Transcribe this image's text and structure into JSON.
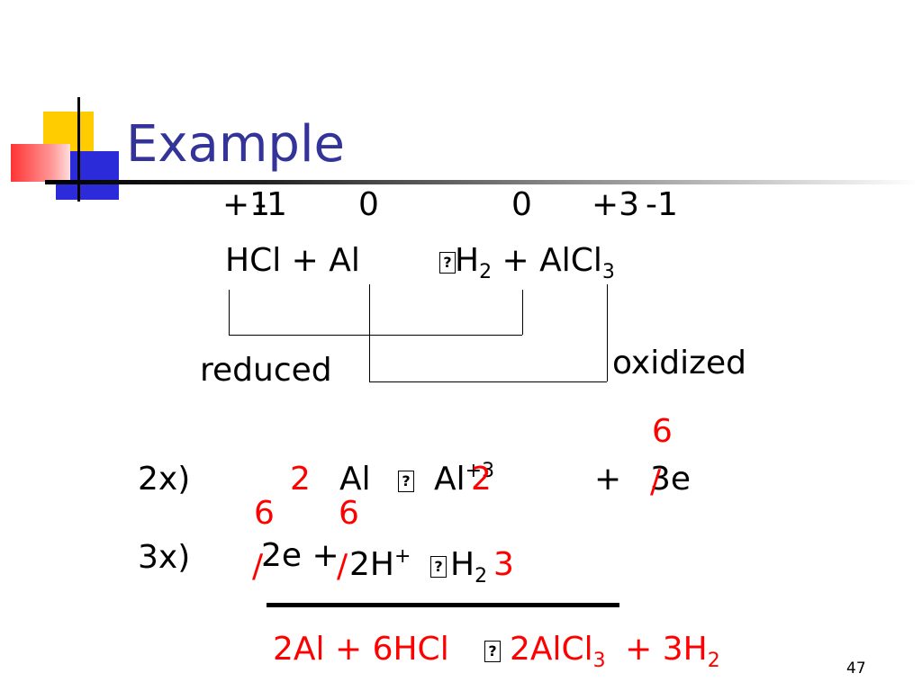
{
  "slide": {
    "title": "Example",
    "page_number": "47",
    "colors": {
      "title": "#333399",
      "red": "#ff0000",
      "text": "#000000"
    }
  },
  "ox_numbers": [
    "+1",
    "-1",
    "0",
    "0",
    "+3",
    "-1"
  ],
  "equation": {
    "reactants": "HCl + Al",
    "arrow": "?",
    "product_h": "H",
    "product_h_sub": "2",
    "product_plus": "+ AlCl",
    "product_alcl_sub": "3"
  },
  "labels": {
    "reduced": "reduced",
    "oxidized": "oxidized"
  },
  "half1": {
    "multiplier": "2x)",
    "coef": "2",
    "al": "Al",
    "arrow": "?",
    "product": "Al",
    "charge": "+3",
    "overlay_2": "2",
    "plus": "+",
    "electrons": "3e",
    "six": "6",
    "slash": "/"
  },
  "half2": {
    "multiplier": "3x)",
    "six_a": "6",
    "six_b": "6",
    "slash": "/",
    "electrons": "2e +",
    "hplus": "2H",
    "hplus_sup": "+",
    "arrow": "?",
    "h2": "H",
    "h2_sub": "2",
    "coef": "3"
  },
  "final": {
    "left": "2Al + 6HCl",
    "arrow": "?",
    "mid": "2AlCl",
    "mid_sub": "3",
    "right": "+ 3H",
    "right_sub": "2"
  }
}
